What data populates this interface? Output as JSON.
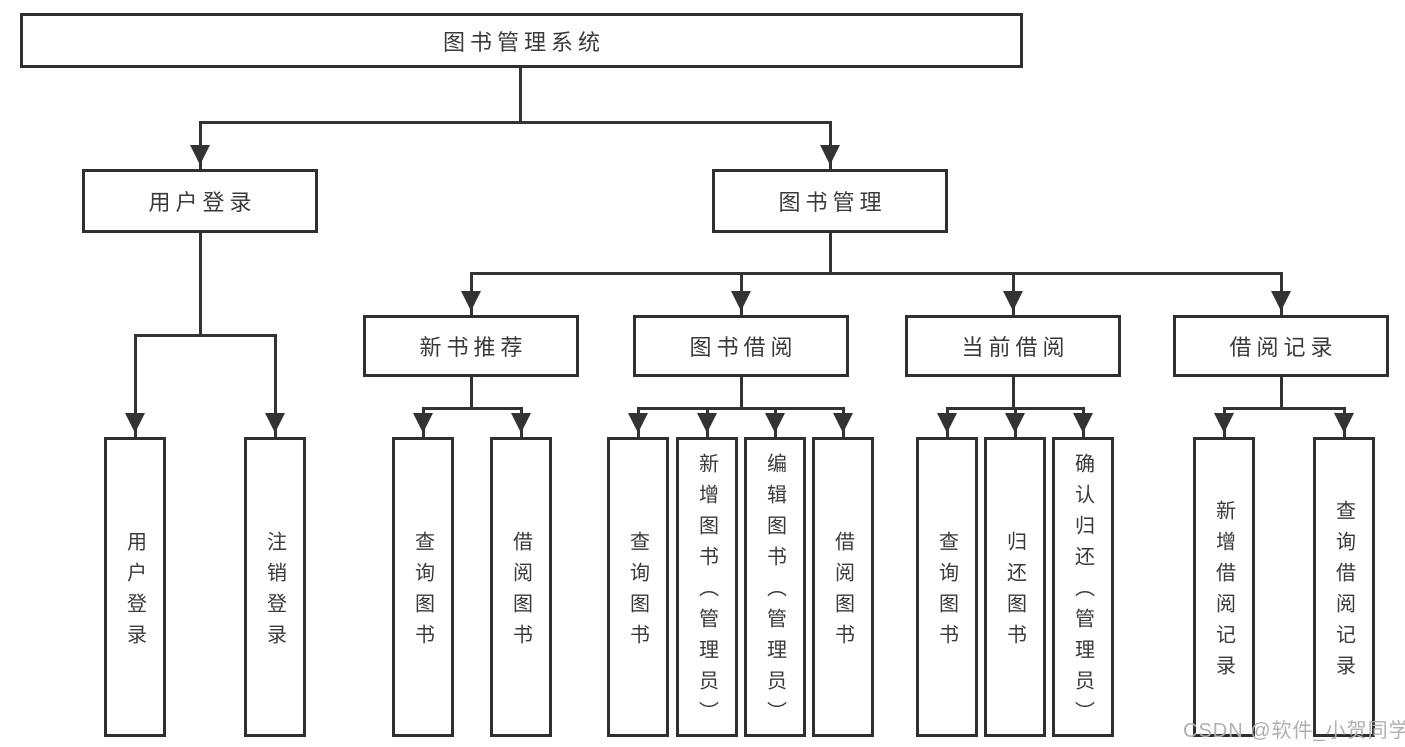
{
  "tree": {
    "root": {
      "label": "图书管理系统"
    },
    "branches": [
      {
        "label": "用户登录",
        "children": [
          {
            "label": "用户登录"
          },
          {
            "label": "注销登录"
          }
        ]
      },
      {
        "label": "图书管理",
        "children": [
          {
            "label": "新书推荐",
            "children": [
              {
                "label": "查询图书"
              },
              {
                "label": "借阅图书"
              }
            ]
          },
          {
            "label": "图书借阅",
            "children": [
              {
                "label": "查询图书"
              },
              {
                "label": "新增图书（管理员）"
              },
              {
                "label": "编辑图书（管理员）"
              },
              {
                "label": "借阅图书"
              }
            ]
          },
          {
            "label": "当前借阅",
            "children": [
              {
                "label": "查询图书"
              },
              {
                "label": "归还图书"
              },
              {
                "label": "确认归还（管理员）"
              }
            ]
          },
          {
            "label": "借阅记录",
            "children": [
              {
                "label": "新增借阅记录"
              },
              {
                "label": "查询借阅记录"
              }
            ]
          }
        ]
      }
    ]
  },
  "watermark": {
    "text": "CSDN @软件_小贺同学"
  },
  "colors": {
    "line": "#333333",
    "border": "#2f2f2f",
    "text": "#3a3a3a",
    "watermark": "#b0b0b0",
    "background": "#ffffff"
  }
}
